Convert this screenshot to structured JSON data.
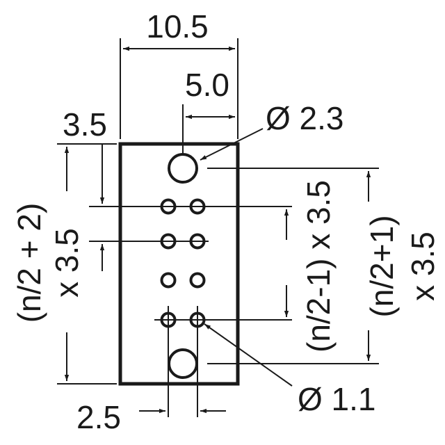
{
  "dimensions": {
    "overall_width": "10.5",
    "hole_offset": "5.0",
    "large_hole_diameter": "Ø 2.3",
    "pitch_top": "3.5",
    "left_span": "(n/2 + 2)",
    "left_span_mult": "x 3.5",
    "middle_span": "(n/2-1) x 3.5",
    "right_span": "(n/2+1)",
    "right_span_mult": "x 3.5",
    "small_hole_diameter": "Ø 1.1",
    "column_pitch": "2.5"
  }
}
